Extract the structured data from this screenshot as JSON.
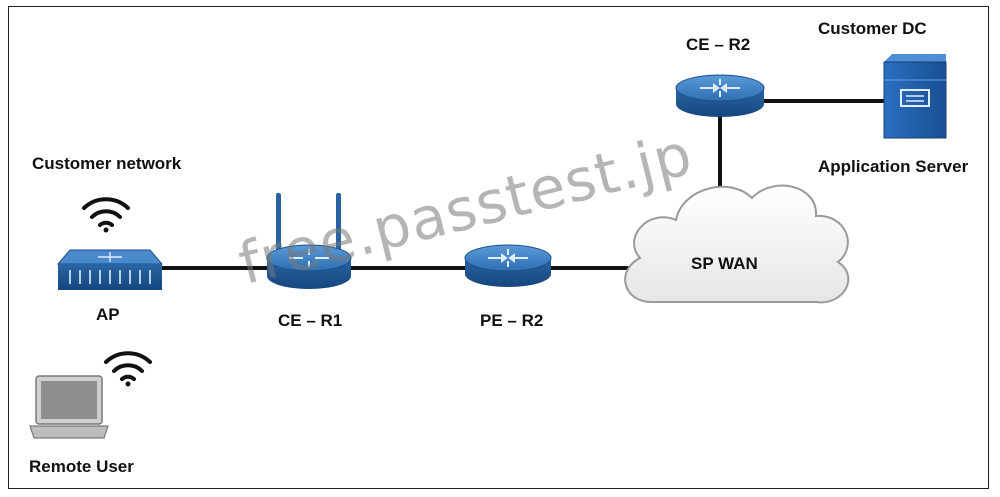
{
  "labels": {
    "customer_network": "Customer network",
    "ap": "AP",
    "ce_r1": "CE – R1",
    "pe_r2": "PE – R2",
    "ce_r2": "CE – R2",
    "customer_dc": "Customer DC",
    "application_server": "Application Server",
    "sp_wan": "SP WAN",
    "remote_user": "Remote User"
  },
  "watermark": "free.passtest.jp",
  "colors": {
    "router_top": "#3d7fc4",
    "router_side": "#1f5a9a",
    "cloud_fill": "#f2f2f2",
    "link": "#111111"
  },
  "icons": [
    "wifi-icon",
    "router-icon",
    "access-point-icon",
    "cloud-icon",
    "server-icon",
    "laptop-icon"
  ]
}
